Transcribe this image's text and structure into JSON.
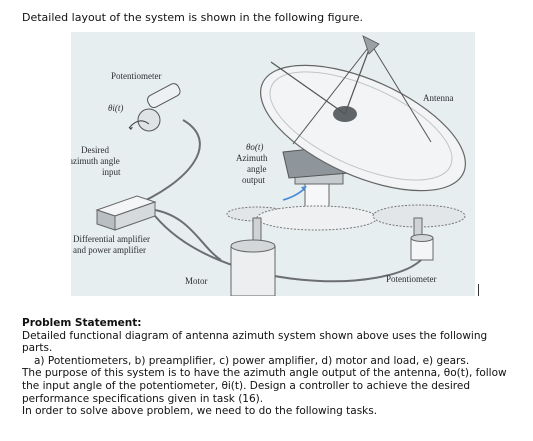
{
  "intro": "Detailed layout of the system is shown in the following figure.",
  "figure": {
    "potentiometer_top_label": "Potentiometer",
    "theta_i_label": "θi(t)",
    "desired_label_line1": "Desired",
    "desired_label_line2": "azimuth angle",
    "desired_label_line3": "input",
    "theta_o_label": "θo(t)",
    "azimuth_label_line1": "Azimuth",
    "azimuth_label_line2": "angle",
    "azimuth_label_line3": "output",
    "antenna_label": "Antenna",
    "amplifier_label_line1": "Differential amplifier",
    "amplifier_label_line2": "and power amplifier",
    "motor_label": "Motor",
    "potentiometer_bottom_label": "Potentiometer"
  },
  "problem": {
    "title": "Problem Statement:",
    "line1": "Detailed functional diagram of antenna azimuth system shown above uses the following",
    "line2": "parts.",
    "line3": "a)  Potentiometers, b) preamplifier, c) power amplifier, d) motor and load, e) gears.",
    "line4": "The purpose of this system is to have the azimuth angle output of the antenna, θo(t), follow",
    "line5": "the input angle of the potentiometer, θi(t).  Design a controller to achieve the desired",
    "line6": "performance specifications given in task (16).",
    "line7": "In order to solve above problem, we need to do the following tasks."
  }
}
